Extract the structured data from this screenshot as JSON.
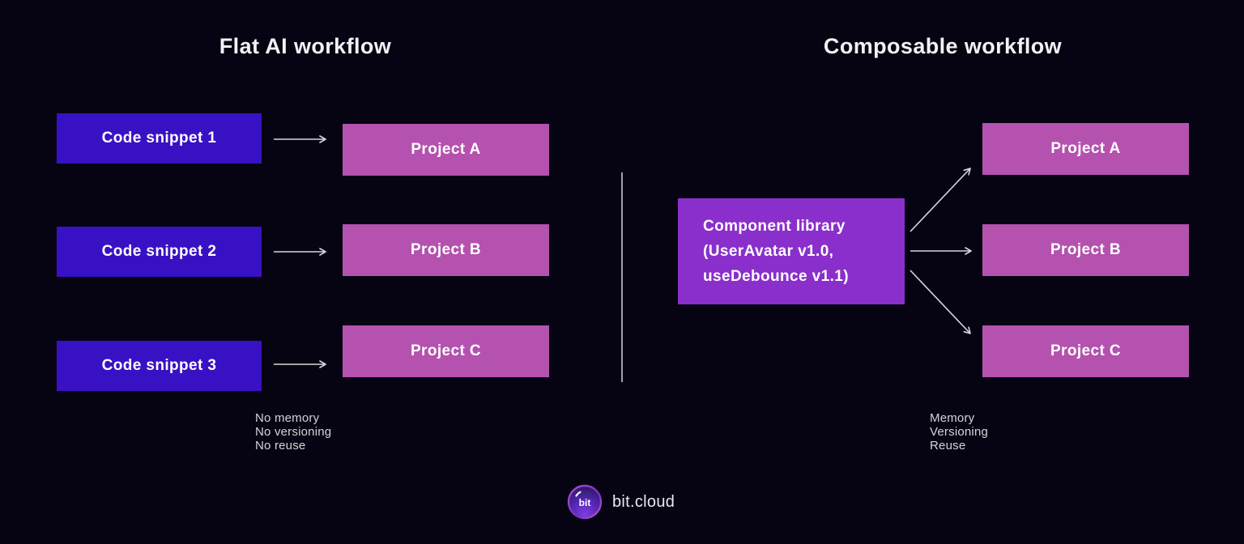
{
  "left_section": {
    "title": "Flat AI workflow",
    "sources": [
      "Code snippet 1",
      "Code snippet 2",
      "Code snippet 3"
    ],
    "targets": [
      "Project A",
      "Project B",
      "Project C"
    ],
    "notes": [
      "No memory",
      "No versioning",
      "No reuse"
    ]
  },
  "right_section": {
    "title": "Composable workflow",
    "library_lines": [
      "Component library",
      "(UserAvatar v1.0,",
      "useDebounce v1.1)"
    ],
    "targets": [
      "Project A",
      "Project B",
      "Project C"
    ],
    "notes": [
      "Memory",
      "Versioning",
      "Reuse"
    ]
  },
  "footer": {
    "logo_text": "bit",
    "brand": "bit.cloud"
  },
  "colors": {
    "background": "#060412",
    "snippet_box": "#3911c4",
    "project_box": "#b551af",
    "library_box": "#8a2fcb",
    "arrow": "#d6d6da",
    "divider": "#c9c9cf",
    "title_text": "#f2f1f4",
    "note_text": "#d4d4d8"
  }
}
